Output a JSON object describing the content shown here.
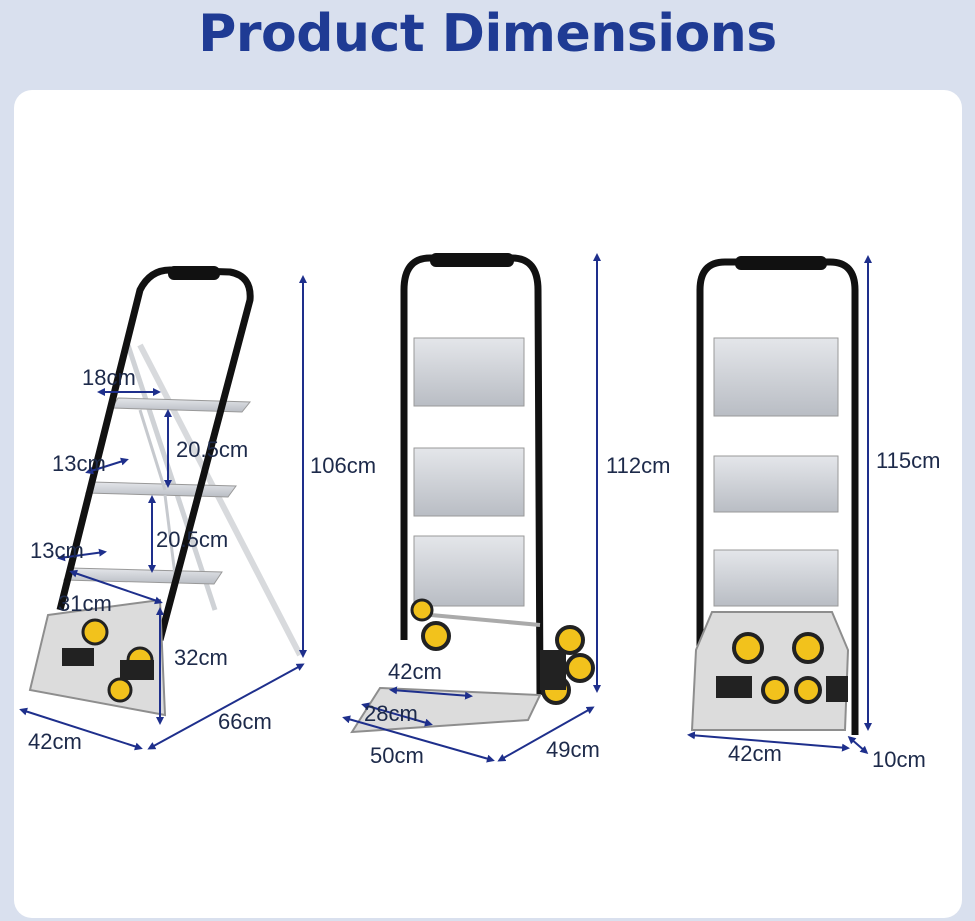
{
  "title": "Product Dimensions",
  "colors": {
    "title": "#1f3b94",
    "arrow": "#1e2f8c",
    "frame": "#111111",
    "step": "#c9ccd1",
    "wheel": "#f2c21c",
    "background": "#d9e0ee",
    "panel": "#ffffff"
  },
  "ladder": {
    "step_depth": "18cm",
    "step_gap_top": "20.5cm",
    "step_gap_bottom": "20.5cm",
    "step_offset_top": "13cm",
    "step_offset_bottom": "13cm",
    "plate_width": "31cm",
    "plate_height": "32cm",
    "height": "106cm",
    "depth": "66cm",
    "width": "42cm"
  },
  "trolley": {
    "plate_width": "42cm",
    "plate_depth": "28cm",
    "height": "112cm",
    "width": "50cm",
    "depth": "49cm"
  },
  "folded": {
    "height": "115cm",
    "width": "42cm",
    "thickness": "10cm"
  }
}
